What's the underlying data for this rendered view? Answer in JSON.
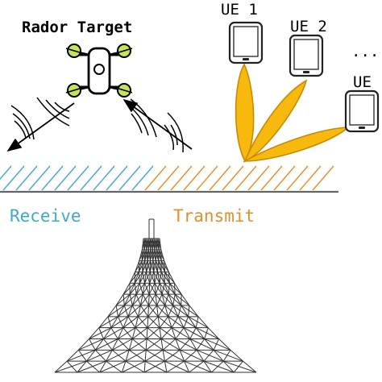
{
  "labels": {
    "radar_target": "Rador Target",
    "ue1": "UE 1",
    "ue2": "UE 2",
    "ellipsis": "...",
    "ue_n": "UE",
    "receive": "Receive",
    "transmit": "Transmit"
  },
  "colors": {
    "receive": "#3fa9c9",
    "transmit": "#e0902a",
    "beam_fill": "#f7b90e",
    "beam_stroke": "#c88a00",
    "drone_rotor": "#b8e04a",
    "ink": "#000000"
  },
  "icons": [
    "drone-icon",
    "phone-icon",
    "antenna-tower-icon"
  ]
}
